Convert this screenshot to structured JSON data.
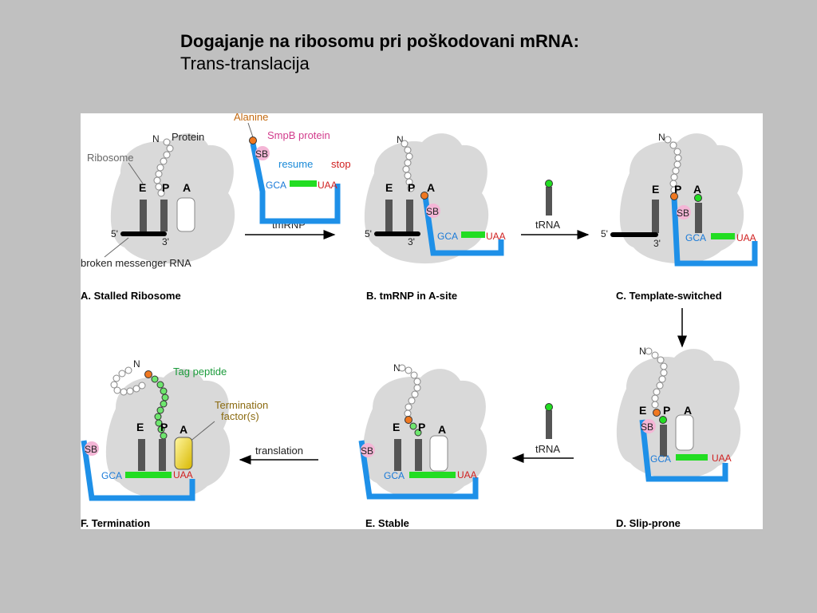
{
  "title": {
    "line1": "Dogajanje na ribosomu pri poškodovani mRNA:",
    "line2": "Trans-translacija"
  },
  "colors": {
    "background": "#c0c0c0",
    "ribosome": "#d9d9d9",
    "trna_bar": "#555555",
    "tmrnp": "#1e90e8",
    "orf": "#22dd22",
    "alanine": "#f07820",
    "smpb": "#f4b6d6",
    "termination_factor": "#e8d020"
  },
  "labels": {
    "protein": "Protein",
    "ribosome": "Ribosome",
    "broken_mrna": "broken messenger RNA",
    "alanine": "Alanine",
    "smpb_protein": "SmpB protein",
    "resume": "resume",
    "stop": "stop",
    "tag_peptide": "Tag peptide",
    "termination_factor_1": "Termination",
    "termination_factor_2": "factor(s)",
    "N": "N",
    "E": "E",
    "P": "P",
    "A": "A",
    "SB": "SB",
    "GCA": "GCA",
    "UAA": "UAA",
    "five_prime": "5'",
    "three_prime": "3'"
  },
  "arrows": {
    "tmrnp": "tmRNP",
    "trna_1": "tRNA",
    "trna_2": "tRNA",
    "translation": "translation"
  },
  "captions": {
    "a": "A. Stalled Ribosome",
    "b": "B. tmRNP in A-site",
    "c": "C. Template-switched",
    "d": "D. Slip-prone",
    "e": "E. Stable",
    "f": "F. Termination"
  }
}
